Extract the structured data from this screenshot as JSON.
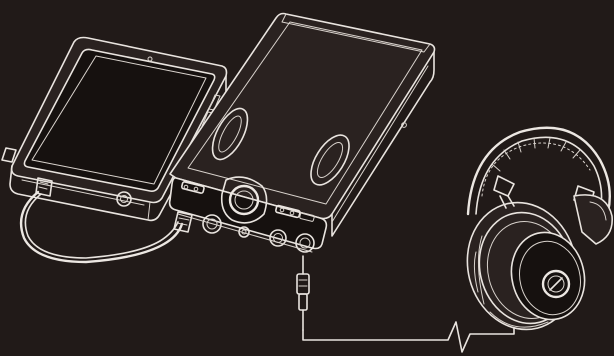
{
  "scene": {
    "background": "#211a18",
    "line_color": "#e9e4df",
    "components": [
      {
        "id": "player",
        "icon": "portable-audio-player-icon"
      },
      {
        "id": "interconnect",
        "icon": "coaxial-interconnect-cable-icon"
      },
      {
        "id": "amplifier",
        "icon": "portable-headphone-amplifier-icon"
      },
      {
        "id": "headphone-cable",
        "icon": "headphone-cable-icon"
      },
      {
        "id": "headphones",
        "icon": "over-ear-headphones-icon"
      }
    ]
  }
}
